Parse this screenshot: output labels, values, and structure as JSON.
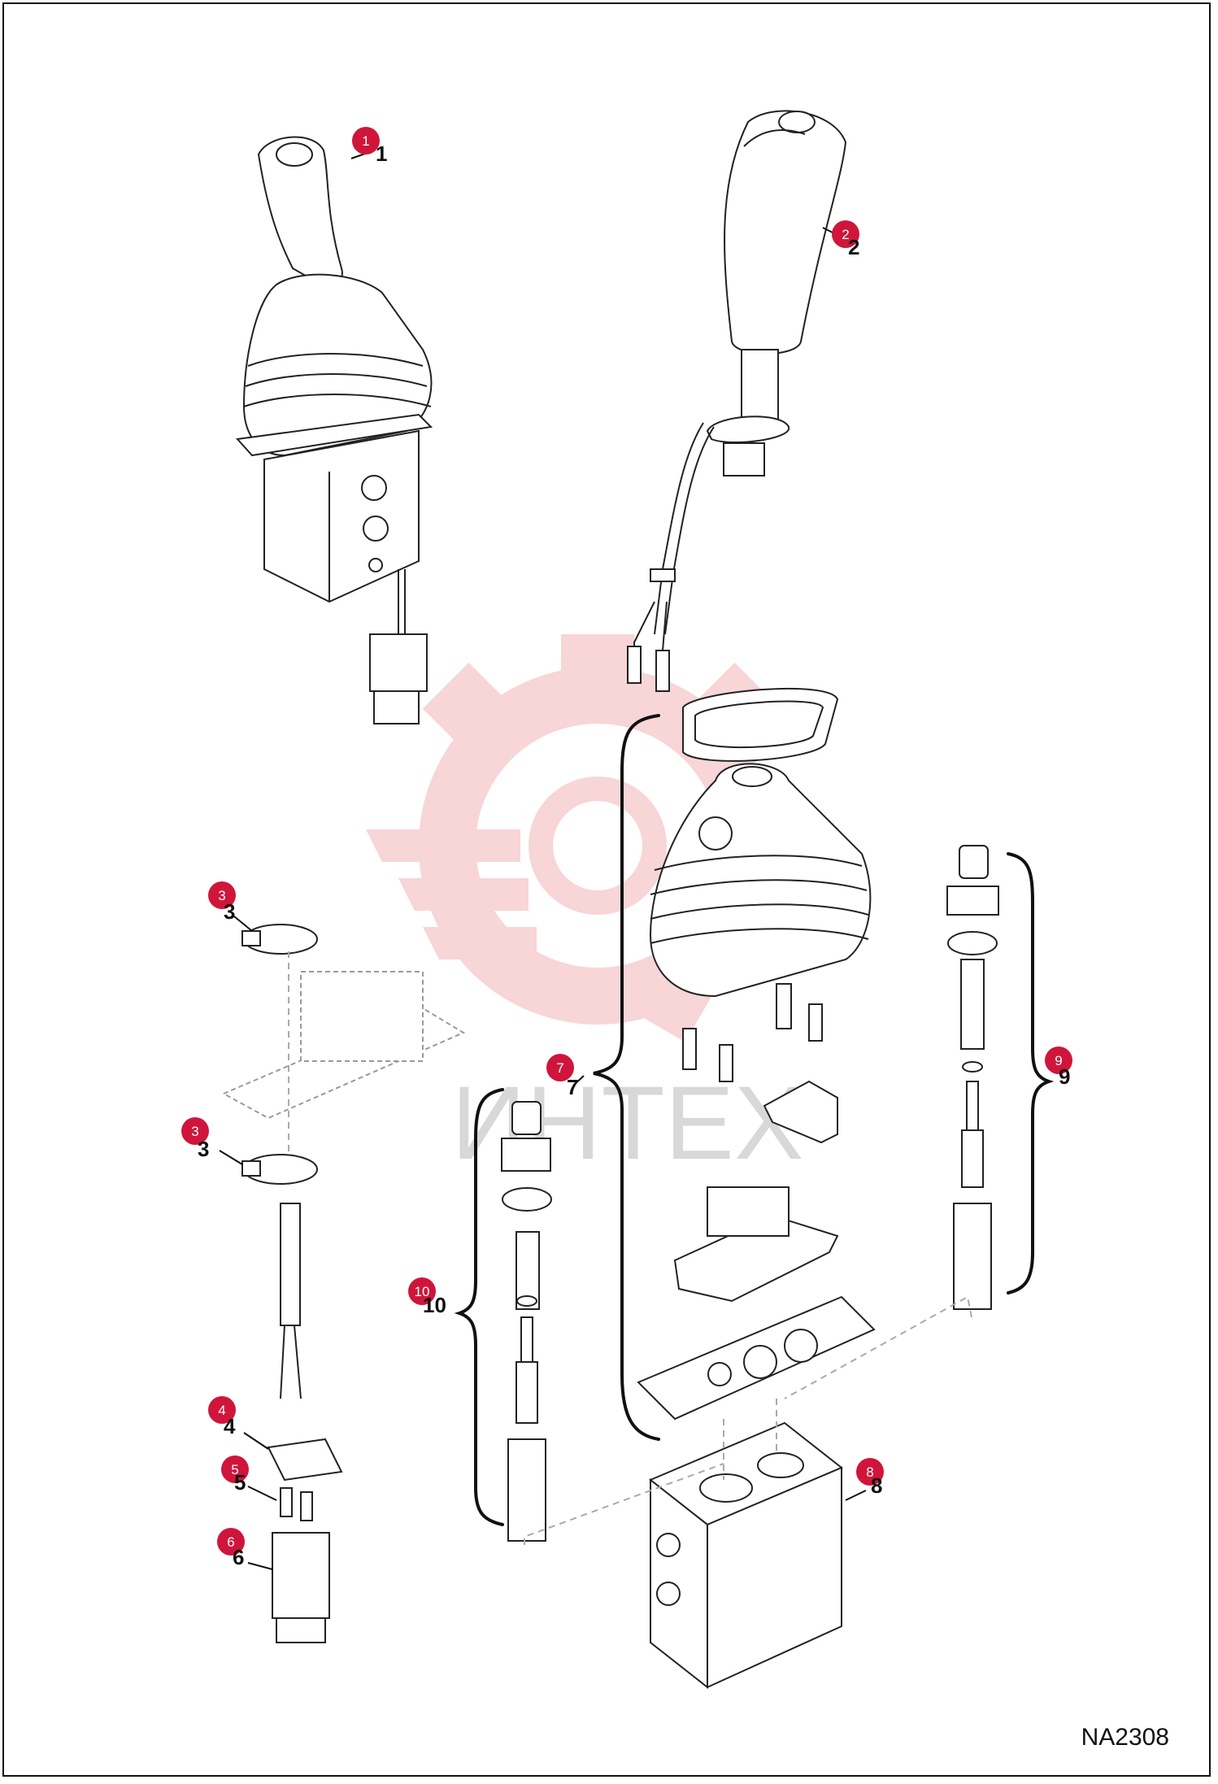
{
  "drawing": {
    "code": "NA2308",
    "watermark": "ИНТЕХ"
  },
  "colors": {
    "marker": "#d0153b",
    "marker_text": "#ffffff",
    "line": "#222222",
    "watermark": "#f2b3b6",
    "background": "#ffffff"
  },
  "callouts": [
    {
      "id": 1,
      "marker": "1",
      "number": "1"
    },
    {
      "id": 2,
      "marker": "2",
      "number": "2"
    },
    {
      "id": 3,
      "marker": "3",
      "number": "3"
    },
    {
      "id": 4,
      "marker": "3",
      "number": "3"
    },
    {
      "id": 5,
      "marker": "4",
      "number": "4"
    },
    {
      "id": 6,
      "marker": "5",
      "number": "5"
    },
    {
      "id": 7,
      "marker": "6",
      "number": "6"
    },
    {
      "id": 8,
      "marker": "7",
      "number": "7"
    },
    {
      "id": 9,
      "marker": "8",
      "number": "8"
    },
    {
      "id": 10,
      "marker": "9",
      "number": "9"
    },
    {
      "id": 11,
      "marker": "10",
      "number": "10"
    }
  ],
  "icons": [
    "gear-watermark-icon",
    "joystick-icon",
    "handle-icon",
    "valve-block-icon"
  ]
}
